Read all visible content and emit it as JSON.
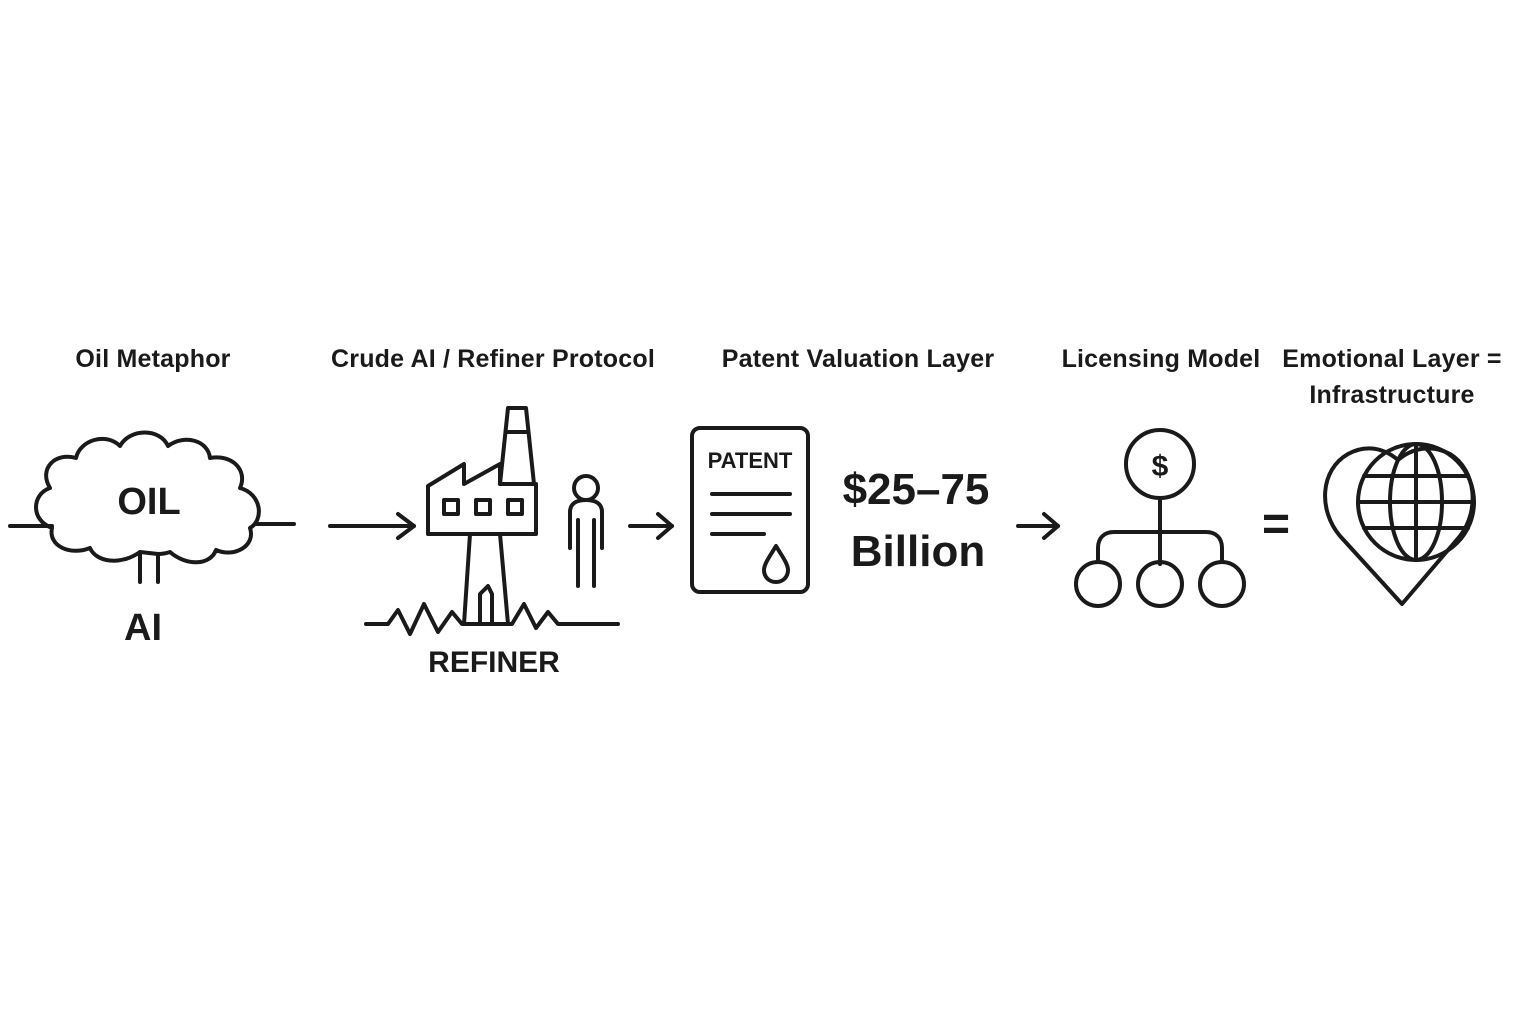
{
  "stages": [
    {
      "heading": "Oil Metaphor",
      "labels": [
        "OIL",
        "AI"
      ],
      "icon": "cloud-tree-icon"
    },
    {
      "heading": "Crude AI / Refiner Protocol",
      "labels": [
        "REFINER"
      ],
      "icon": "factory-icon"
    },
    {
      "heading": "Patent Valuation Layer",
      "labels": [
        "PATENT"
      ],
      "icon": "patent-document-icon",
      "value_line1": "$25–75",
      "value_line2": "Billion"
    },
    {
      "heading": "Licensing Model",
      "labels": [
        "$"
      ],
      "icon": "licensing-network-icon"
    },
    {
      "heading_line1": "Emotional Layer =",
      "heading_line2": "Infrastructure",
      "icon": "heart-globe-icon"
    }
  ],
  "equals_symbol": "=",
  "colors": {
    "ink": "#1a1a1a",
    "background": "#ffffff"
  }
}
